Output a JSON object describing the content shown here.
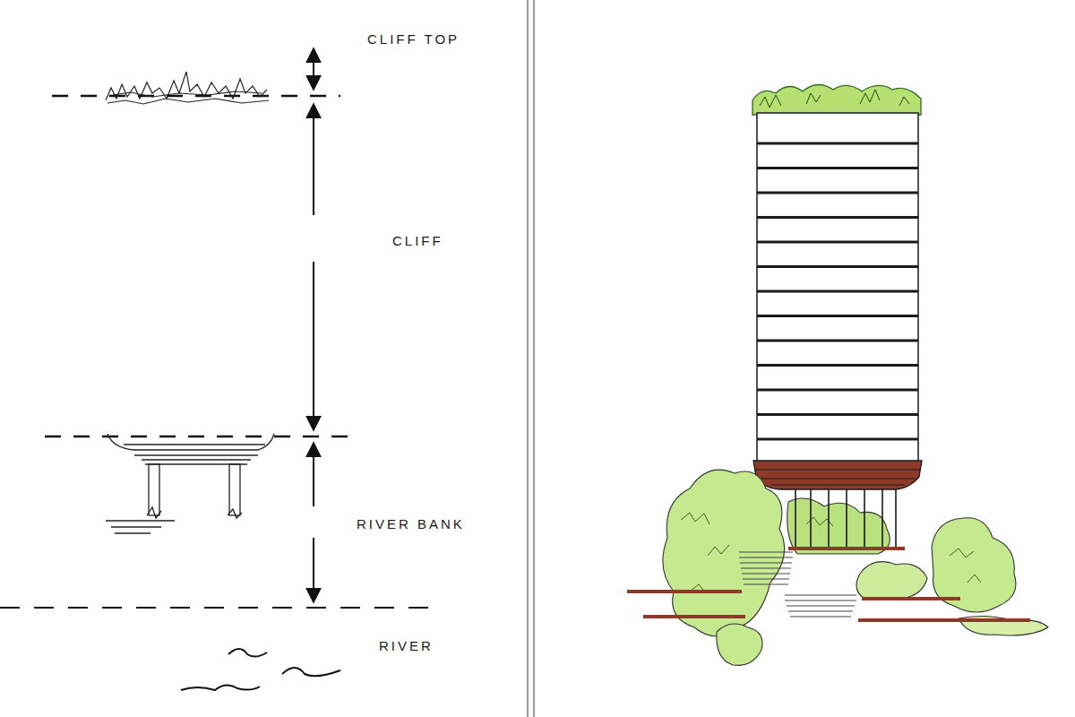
{
  "diagram": {
    "labels": [
      "CLIFF TOP",
      "CLIFF",
      "RIVER BANK",
      "RIVER"
    ]
  }
}
